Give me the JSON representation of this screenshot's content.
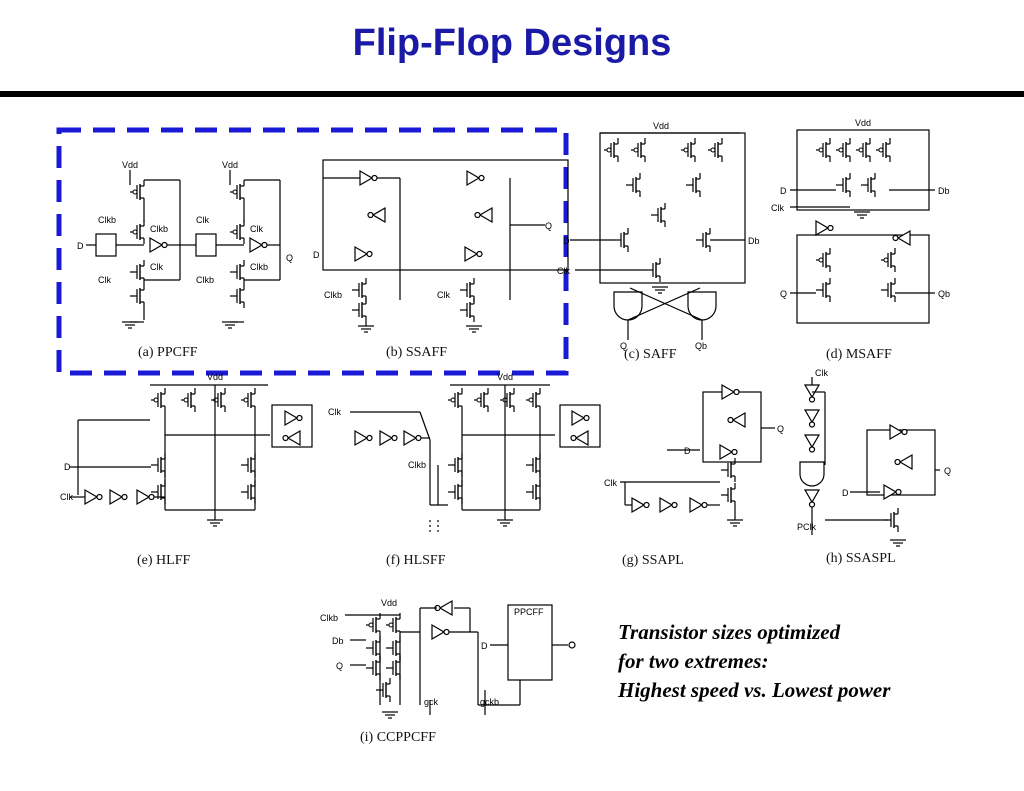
{
  "slide": {
    "title": "Flip-Flop Designs"
  },
  "captions": {
    "a": "(a) PPCFF",
    "b": "(b) SSAFF",
    "c": "(c) SAFF",
    "d": "(d) MSAFF",
    "e": "(e) HLFF",
    "f": "(f) HLSFF",
    "g": "(g) SSAPL",
    "h": "(h) SSASPL",
    "i": "(i) CCPPCFF"
  },
  "note": {
    "line1": "Transistor sizes optimized",
    "line2": "for two extremes:",
    "line3": "Highest speed vs. Lowest power"
  },
  "labels": {
    "vdd": "Vdd",
    "clk": "Clk",
    "clkb": "Clkb",
    "d": "D",
    "q": "Q",
    "db": "Db",
    "qb": "Qb",
    "pclk": "PClk",
    "gck": "gck",
    "gckb": "gckb",
    "ppcff": "PPCFF"
  },
  "colors": {
    "title": "#1a1aa6",
    "highlight_box": "#1a1ad6"
  }
}
